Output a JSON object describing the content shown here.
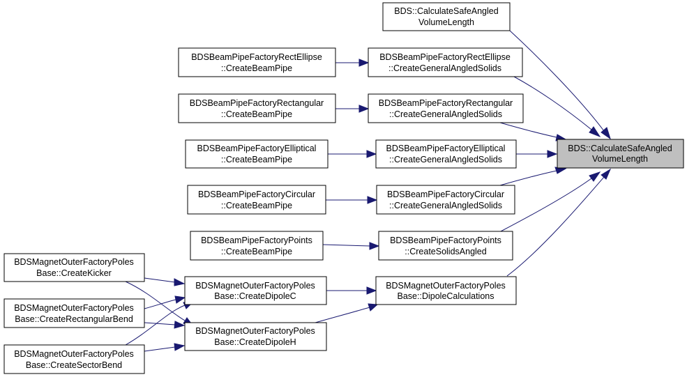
{
  "graph": {
    "focus_node": "BDS::CalculateSafeAngledVolumeLength",
    "colors": {
      "edge": "#191970",
      "focus_fill": "#bfbfbf",
      "node_fill": "#ffffff",
      "border": "#000000"
    },
    "nodes": {
      "n_safe_top": {
        "line1": "BDS::CalculateSafeAngled",
        "line2": "VolumeLength"
      },
      "n_focus": {
        "line1": "BDS::CalculateSafeAngled",
        "line2": "VolumeLength"
      },
      "n_gen_re": {
        "line1": "BDSBeamPipeFactoryRectEllipse",
        "line2": "::CreateGeneralAngledSolids"
      },
      "n_gen_rect": {
        "line1": "BDSBeamPipeFactoryRectangular",
        "line2": "::CreateGeneralAngledSolids"
      },
      "n_gen_ell": {
        "line1": "BDSBeamPipeFactoryElliptical",
        "line2": "::CreateGeneralAngledSolids"
      },
      "n_gen_circ": {
        "line1": "BDSBeamPipeFactoryCircular",
        "line2": "::CreateGeneralAngledSolids"
      },
      "n_pts_solids": {
        "line1": "BDSBeamPipeFactoryPoints",
        "line2": "::CreateSolidsAngled"
      },
      "n_dipole_calc": {
        "line1": "BDSMagnetOuterFactoryPoles",
        "line2": "Base::DipoleCalculations"
      },
      "n_bp_re": {
        "line1": "BDSBeamPipeFactoryRectEllipse",
        "line2": "::CreateBeamPipe"
      },
      "n_bp_rect": {
        "line1": "BDSBeamPipeFactoryRectangular",
        "line2": "::CreateBeamPipe"
      },
      "n_bp_ell": {
        "line1": "BDSBeamPipeFactoryElliptical",
        "line2": "::CreateBeamPipe"
      },
      "n_bp_circ": {
        "line1": "BDSBeamPipeFactoryCircular",
        "line2": "::CreateBeamPipe"
      },
      "n_bp_pts": {
        "line1": "BDSBeamPipeFactoryPoints",
        "line2": "::CreateBeamPipe"
      },
      "n_dipole_c": {
        "line1": "BDSMagnetOuterFactoryPoles",
        "line2": "Base::CreateDipoleC"
      },
      "n_dipole_h": {
        "line1": "BDSMagnetOuterFactoryPoles",
        "line2": "Base::CreateDipoleH"
      },
      "n_kicker": {
        "line1": "BDSMagnetOuterFactoryPoles",
        "line2": "Base::CreateKicker"
      },
      "n_rect_bend": {
        "line1": "BDSMagnetOuterFactoryPoles",
        "line2": "Base::CreateRectangularBend"
      },
      "n_sector_bend": {
        "line1": "BDSMagnetOuterFactoryPoles",
        "line2": "Base::CreateSectorBend"
      }
    }
  }
}
